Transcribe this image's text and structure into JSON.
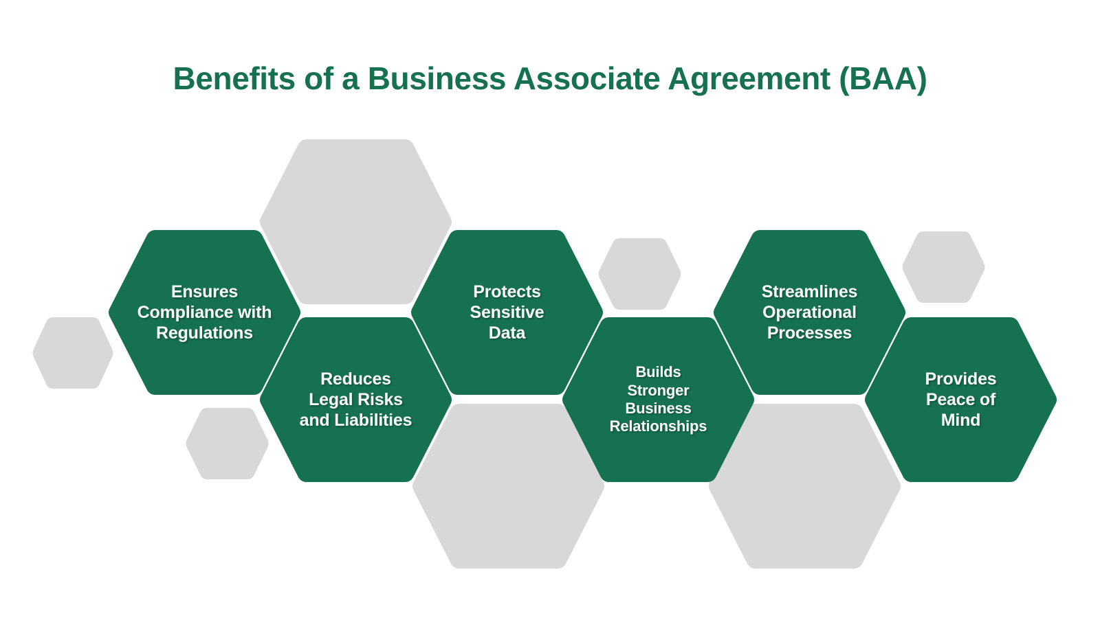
{
  "title": "Benefits of a Business Associate Agreement (BAA)",
  "colors": {
    "accent_green": "#15714f",
    "hex_gray": "#d8d8d8",
    "background": "#ffffff",
    "label_text": "#ffffff"
  },
  "benefits": [
    {
      "id": "ensures-compliance",
      "label": "Ensures\nCompliance with\nRegulations"
    },
    {
      "id": "reduces-legal-risks",
      "label": "Reduces\nLegal Risks\nand Liabilities"
    },
    {
      "id": "protects-sensitive-data",
      "label": "Protects\nSensitive\nData"
    },
    {
      "id": "builds-relationships",
      "label": "Builds\nStronger\nBusiness\nRelationships"
    },
    {
      "id": "streamlines-processes",
      "label": "Streamlines\nOperational\nProcesses"
    },
    {
      "id": "provides-peace-of-mind",
      "label": "Provides\nPeace of\nMind"
    }
  ],
  "decorative_hexagons": {
    "count": 7,
    "color": "#d8d8d8"
  }
}
